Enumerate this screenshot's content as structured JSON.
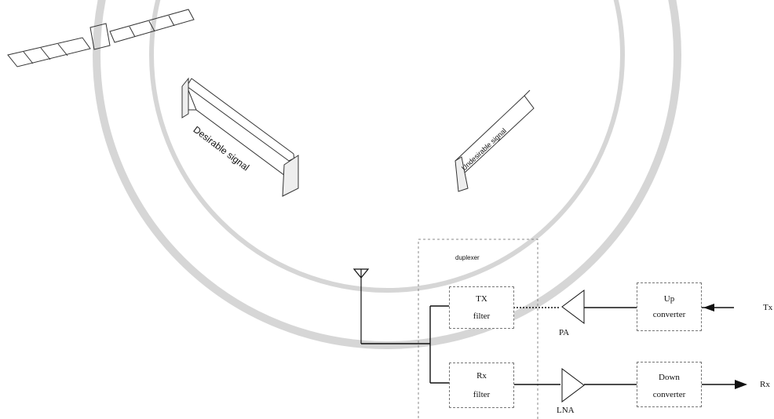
{
  "signals": {
    "desirable": "Desirable signal",
    "undesirable": "Undesirable signal"
  },
  "duplexer": {
    "label": "duplexer"
  },
  "blocks": {
    "tx_filter": {
      "line1": "TX",
      "line2": "filter"
    },
    "rx_filter": {
      "line1": "Rx",
      "line2": "filter"
    },
    "up_converter": {
      "line1": "Up",
      "line2": "converter"
    },
    "down_converter": {
      "line1": "Down",
      "line2": "converter"
    }
  },
  "amplifiers": {
    "pa": "PA",
    "lna": "LNA"
  },
  "ports": {
    "tx": "Tx",
    "rx": "Rx"
  },
  "colors": {
    "line": "#111111",
    "dashed_box": "#888888",
    "watermark": "#dcdcdc"
  }
}
